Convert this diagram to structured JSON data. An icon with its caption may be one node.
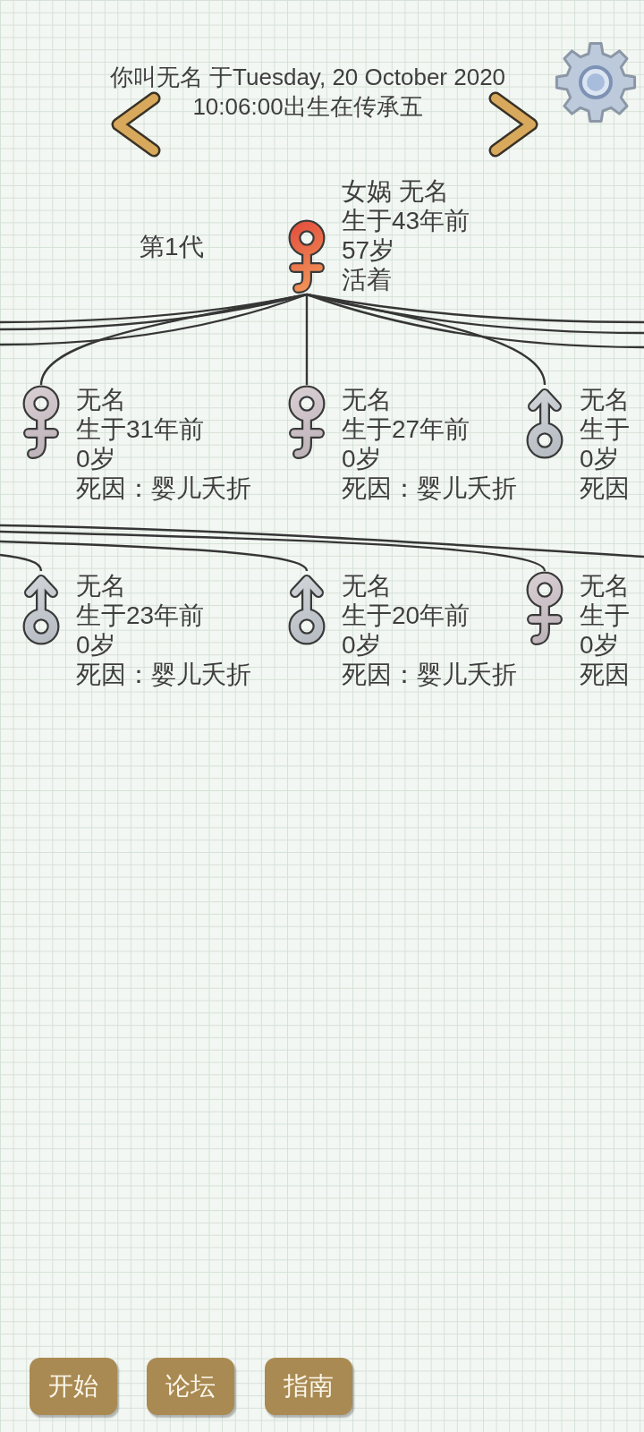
{
  "diagram": {
    "title": "你叫无名 于Tuesday, 20 October 2020 10:06:00出生在传承五",
    "nodes": [
      {
        "text": [
          "女娲 无名",
          "生于43年前",
          "57岁",
          "活着"
        ]
      },
      {
        "text": [
          "无名",
          "生于31年前",
          "0岁",
          "死因：婴儿夭折"
        ]
      },
      {
        "text": [
          "无名",
          "生于27年前",
          "0岁",
          "死因：婴儿夭折"
        ]
      },
      {
        "text": [
          "无名",
          "生于",
          "0岁",
          "死因"
        ]
      },
      {
        "text": [
          "无名",
          "生于23年前",
          "0岁",
          "死因：婴儿夭折"
        ]
      },
      {
        "text": [
          "无名",
          "生于20年前",
          "0岁",
          "死因：婴儿夭折"
        ]
      },
      {
        "text": [
          "无名",
          "生于",
          "0岁",
          "死因"
        ]
      }
    ],
    "edges": [
      {
        "from": 0,
        "to": 1,
        "arrow": "none"
      },
      {
        "from": 0,
        "to": 2,
        "arrow": "none"
      },
      {
        "from": 0,
        "to": 3,
        "arrow": "none"
      },
      {
        "from": 0,
        "to": null,
        "arrow": "none"
      },
      {
        "from": 0,
        "to": null,
        "arrow": "none"
      },
      {
        "from": 0,
        "to": null,
        "arrow": "none"
      },
      {
        "from": 0,
        "to": null,
        "arrow": "none"
      },
      {
        "from": 0,
        "to": null,
        "arrow": "none"
      },
      {
        "from": 0,
        "to": null,
        "arrow": "none"
      },
      {
        "from": null,
        "to": 4,
        "arrow": "none"
      },
      {
        "from": null,
        "to": 5,
        "arrow": "none"
      },
      {
        "from": null,
        "to": 6,
        "arrow": "none"
      }
    ],
    "labels": [
      "第1代",
      "开始",
      "论坛",
      "指南"
    ]
  }
}
